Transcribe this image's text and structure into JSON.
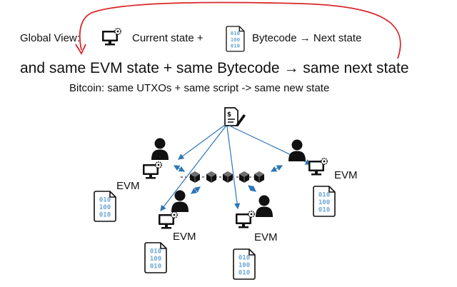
{
  "global_view": {
    "label": "Global View:",
    "current_state": "Current state +",
    "bytecode_next": "Bytecode → Next state"
  },
  "headline": "and same EVM state + same Bytecode → same next state",
  "bitcoin_note": "Bitcoin: same UTXOs + same script -> same new state",
  "nodes": {
    "evm_labels": [
      "EVM",
      "EVM",
      "EVM",
      "EVM"
    ]
  },
  "bytecode_icon": {
    "lines": [
      "010",
      "100",
      "010"
    ]
  },
  "colors": {
    "accent_red": "#d9262b",
    "arrow_blue": "#2e75b6",
    "bytecode_blue": "#6da6d6",
    "icon_dark": "#111111",
    "chain_gray": "#7f7f7f"
  },
  "icons": {
    "computer": "computer-gear-icon",
    "contract": "contract-signing-icon",
    "user": "user-icon",
    "bytecode": "bytecode-file-icon",
    "blockchain": "blockchain-icon"
  }
}
